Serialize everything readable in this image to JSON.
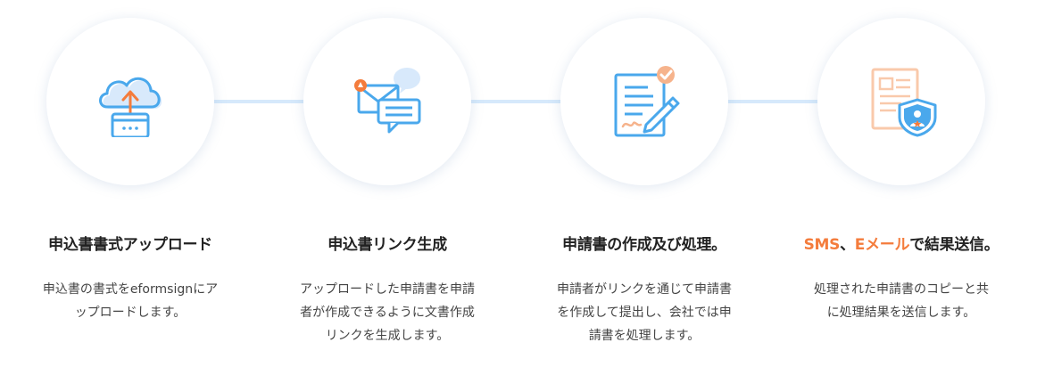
{
  "steps": [
    {
      "icon": "cloud-upload-icon",
      "title": "申込書書式アップロード",
      "desc": [
        "申込書の書式をeformsignにア",
        "ップロードします。"
      ]
    },
    {
      "icon": "mail-chat-icon",
      "title": "申込書リンク生成",
      "desc": [
        "アップロードした申請書を申請",
        "者が作成できるように文書作成",
        "リンクを生成します。"
      ]
    },
    {
      "icon": "document-sign-icon",
      "title": "申請書の作成及び処理。",
      "desc": [
        "申請者がリンクを通じて申請書",
        "を作成して提出し、会社では申",
        "請書を処理します。"
      ]
    },
    {
      "icon": "document-badge-icon",
      "title_parts": [
        "SMS",
        "、",
        "Eメール",
        "で結果送信。"
      ],
      "desc": [
        "処理された申請書のコピーと共",
        "に処理結果を送信します。"
      ]
    }
  ],
  "colors": {
    "accent": "#f47c3c",
    "icon_blue": "#4aa8ec",
    "icon_light": "#d8e9fb",
    "connector": "#d6e9fb"
  }
}
